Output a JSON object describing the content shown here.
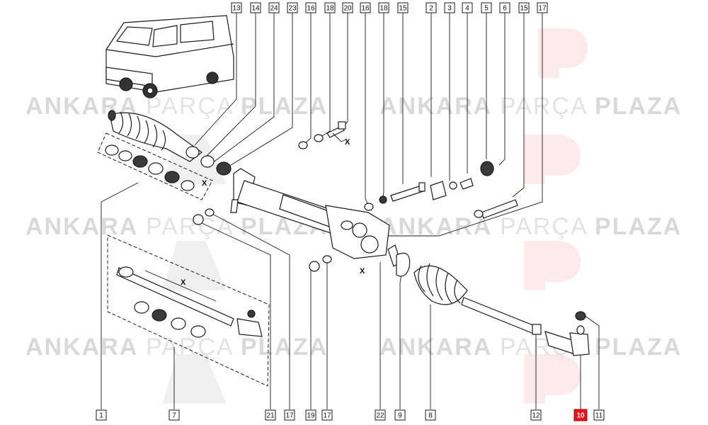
{
  "watermark": {
    "brand_bold_1": "ANKARA",
    "brand_light": "PARÇA",
    "brand_bold_2": "PLAZA",
    "logo_text": "AP"
  },
  "dimension_labels": {
    "x": "X"
  },
  "callouts_top": [
    "13",
    "14",
    "24",
    "23",
    "16",
    "18",
    "20",
    "16",
    "18",
    "15",
    "2",
    "3",
    "4",
    "5",
    "6",
    "15",
    "17"
  ],
  "callouts_bottom": [
    "1",
    "7",
    "21",
    "17",
    "19",
    "17",
    "22",
    "9",
    "8",
    "12",
    "10",
    "11"
  ],
  "highlighted_callout": "10",
  "colors": {
    "highlight": "#e8141c",
    "line": "#1a1a1a",
    "watermark": "#d9d9d9"
  }
}
